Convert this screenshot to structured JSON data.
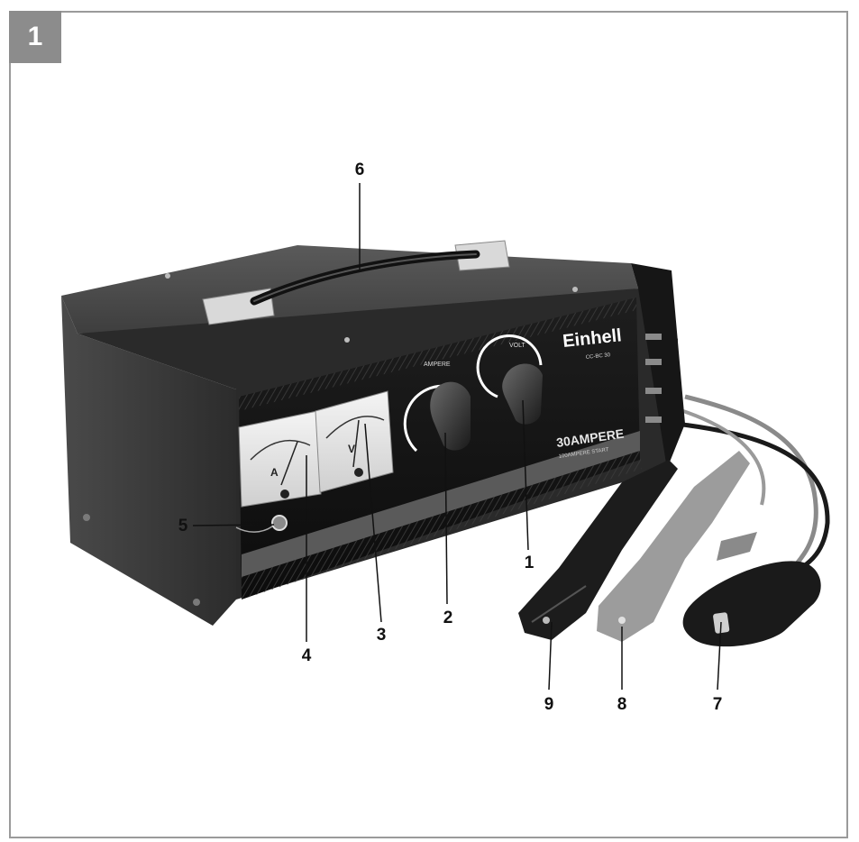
{
  "figure": {
    "number": "1"
  },
  "device": {
    "brand_logo": "Einhell",
    "model": "CC-BC 30",
    "current_rating": "30AMPERE",
    "start_rating": "100AMPERE START",
    "knob_amp_label": "AMPERE",
    "knob_volt_label": "VOLT",
    "ammeter_unit": "A",
    "voltmeter_unit": "V"
  },
  "callouts": [
    {
      "id": "1",
      "label": "1"
    },
    {
      "id": "2",
      "label": "2"
    },
    {
      "id": "3",
      "label": "3"
    },
    {
      "id": "4",
      "label": "4"
    },
    {
      "id": "5",
      "label": "5"
    },
    {
      "id": "6",
      "label": "6"
    },
    {
      "id": "7",
      "label": "7"
    },
    {
      "id": "8",
      "label": "8"
    },
    {
      "id": "9",
      "label": "9"
    }
  ],
  "colors": {
    "body": "#3a3a3a",
    "front_panel": "#141414",
    "clamp_red": "#9c9c9c",
    "clamp_black": "#1c1c1c",
    "frame": "#9a9a9a"
  }
}
